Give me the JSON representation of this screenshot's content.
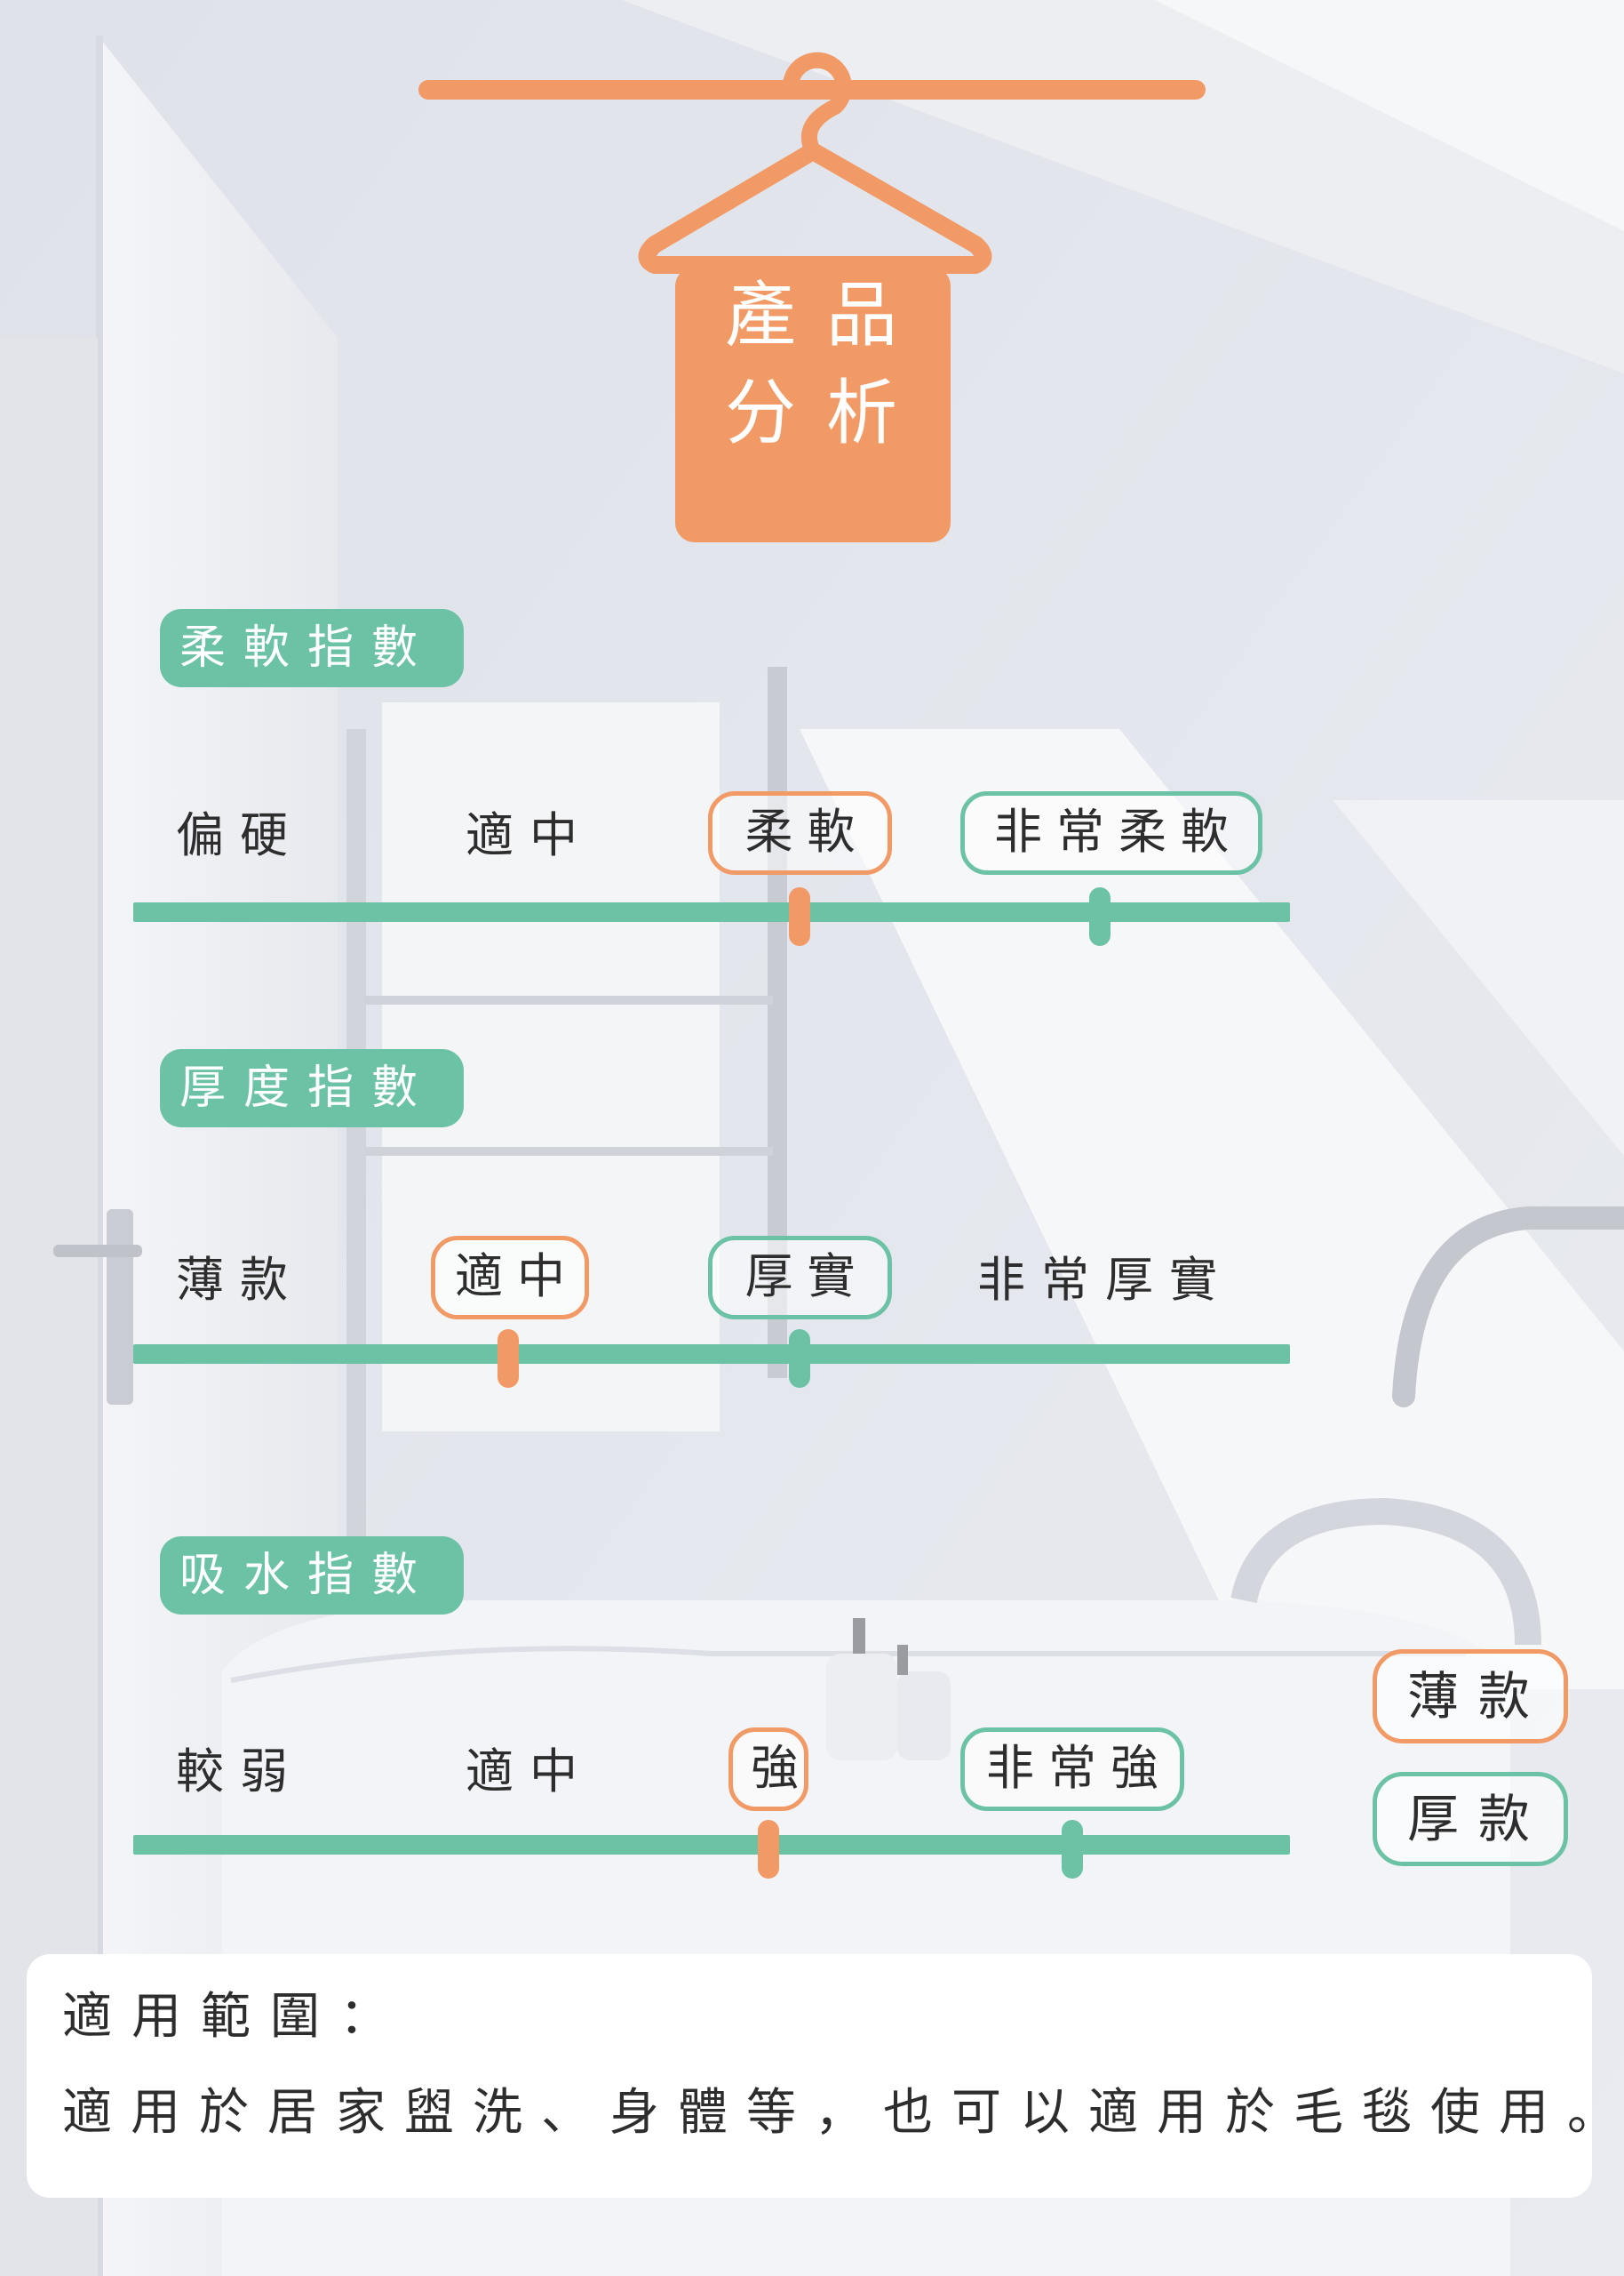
{
  "title": {
    "line1": "產品",
    "line2": "分析"
  },
  "softness": {
    "heading": "柔軟指數",
    "levels": [
      "偏硬",
      "適中",
      "柔軟",
      "非常柔軟"
    ],
    "thin_value": "柔軟",
    "thick_value": "非常柔軟"
  },
  "thickness": {
    "heading": "厚度指數",
    "levels": [
      "薄款",
      "適中",
      "厚實",
      "非常厚實"
    ],
    "thin_value": "適中",
    "thick_value": "厚實"
  },
  "absorbency": {
    "heading": "吸水指數",
    "levels": [
      "較弱",
      "適中",
      "強",
      "非常強"
    ],
    "thin_value": "強",
    "thick_value": "非常強"
  },
  "legend": {
    "thin": "薄款",
    "thick": "厚款"
  },
  "scope": {
    "title": "適用範圍：",
    "text": "適用於居家盥洗、身體等，也可以適用於毛毯使用。"
  },
  "colors": {
    "orange": "#f19a66",
    "green": "#6cc2a4",
    "bg": "#e6e8ee"
  },
  "icons": {
    "title": "clothes-hanger-icon"
  }
}
